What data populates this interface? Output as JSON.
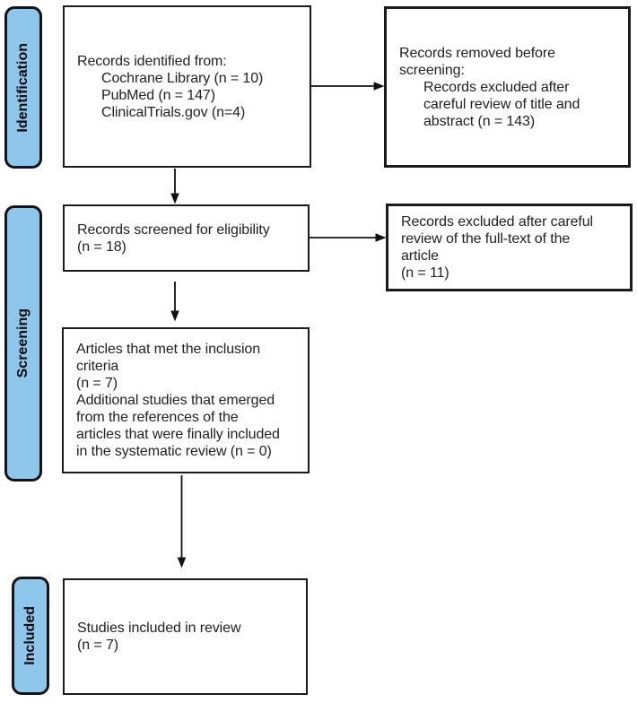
{
  "stages": [
    {
      "label": "Identification"
    },
    {
      "label": "Screening"
    },
    {
      "label": "Included"
    }
  ],
  "boxes": {
    "records_identified": {
      "lines": [
        "Records identified from:",
        "Cochrane Library (n = 10)",
        "PubMed (n = 147)",
        "ClinicalTrials.gov (n=4)"
      ]
    },
    "records_removed": {
      "lines": [
        "Records removed before",
        "screening:",
        "Records excluded after",
        "careful review of title and",
        "abstract (n = 143)"
      ]
    },
    "records_screened": {
      "lines": [
        "Records screened for eligibility",
        "(n = 18)"
      ]
    },
    "records_excluded_fulltext": {
      "lines": [
        "Records excluded after careful",
        "review of the full-text of the",
        "article",
        "(n = 11)"
      ]
    },
    "articles_inclusion": {
      "lines": [
        "Articles that met the inclusion",
        "criteria",
        "(n = 7)",
        "Additional studies that emerged",
        "from the references of the",
        "articles that were finally included",
        "in the systematic review (n = 0)"
      ]
    },
    "studies_included": {
      "lines": [
        "Studies included in review",
        "(n = 7)"
      ]
    }
  },
  "colors": {
    "stage_fill": "#8EC7EB",
    "stage_border": "#141414",
    "box_border": "#1a1a1a",
    "arrow": "#111111",
    "text": "#212121",
    "background": "#ffffff"
  }
}
